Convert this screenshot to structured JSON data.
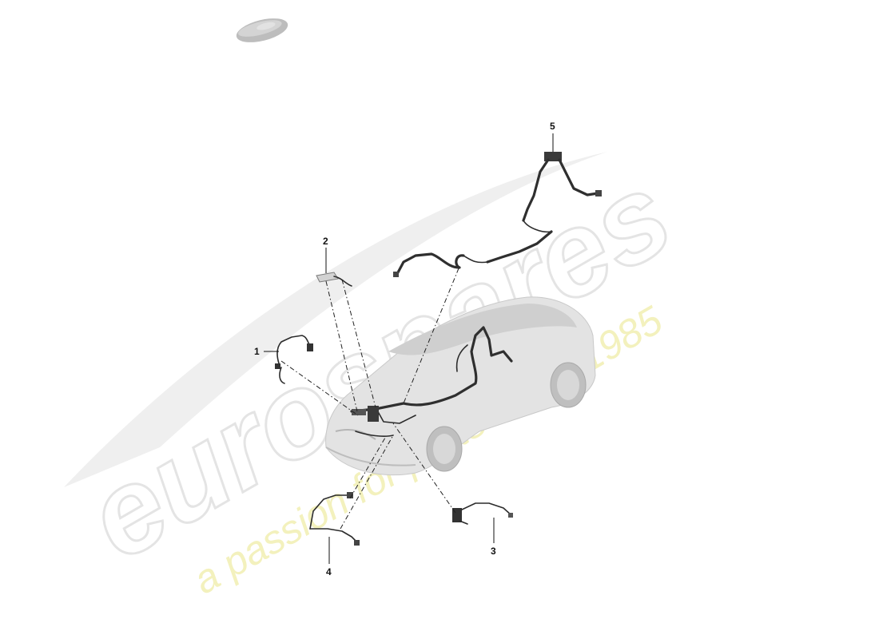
{
  "watermark": {
    "brand": "eurospares",
    "tagline": "a passion for parts since 1985",
    "brand_color": "#e6e6e6",
    "tagline_color": "#f2f0b8"
  },
  "icons": {
    "top_left": "car-silhouette-icon"
  },
  "callouts": [
    {
      "id": "1",
      "label": "1"
    },
    {
      "id": "2",
      "label": "2"
    },
    {
      "id": "3",
      "label": "3"
    },
    {
      "id": "4",
      "label": "4"
    },
    {
      "id": "5",
      "label": "5"
    }
  ]
}
